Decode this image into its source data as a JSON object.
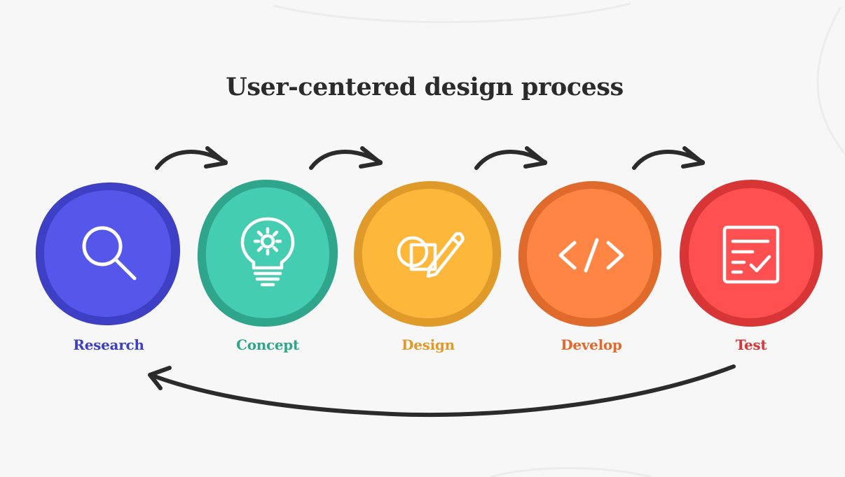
{
  "title": "User-centered design process",
  "steps": [
    {
      "label": "Research",
      "icon": "magnifier-icon",
      "fill": "#5457ea",
      "ring": "#3d3fc4",
      "label_color": "#3d3fc4"
    },
    {
      "label": "Concept",
      "icon": "lightbulb-gear-icon",
      "fill": "#45cdb2",
      "ring": "#2fa68c",
      "label_color": "#2fa68c"
    },
    {
      "label": "Design",
      "icon": "shapes-pencil-icon",
      "fill": "#fdb83c",
      "ring": "#e09a2a",
      "label_color": "#e09a2a"
    },
    {
      "label": "Develop",
      "icon": "code-icon",
      "fill": "#fe8544",
      "ring": "#e0692c",
      "label_color": "#e0692c"
    },
    {
      "label": "Test",
      "icon": "checklist-icon",
      "fill": "#fe5050",
      "ring": "#d83636",
      "label_color": "#d83636"
    }
  ],
  "colors": {
    "background": "#f7f7f7",
    "title": "#2b2b2b",
    "arrow": "#2b2b2b"
  }
}
